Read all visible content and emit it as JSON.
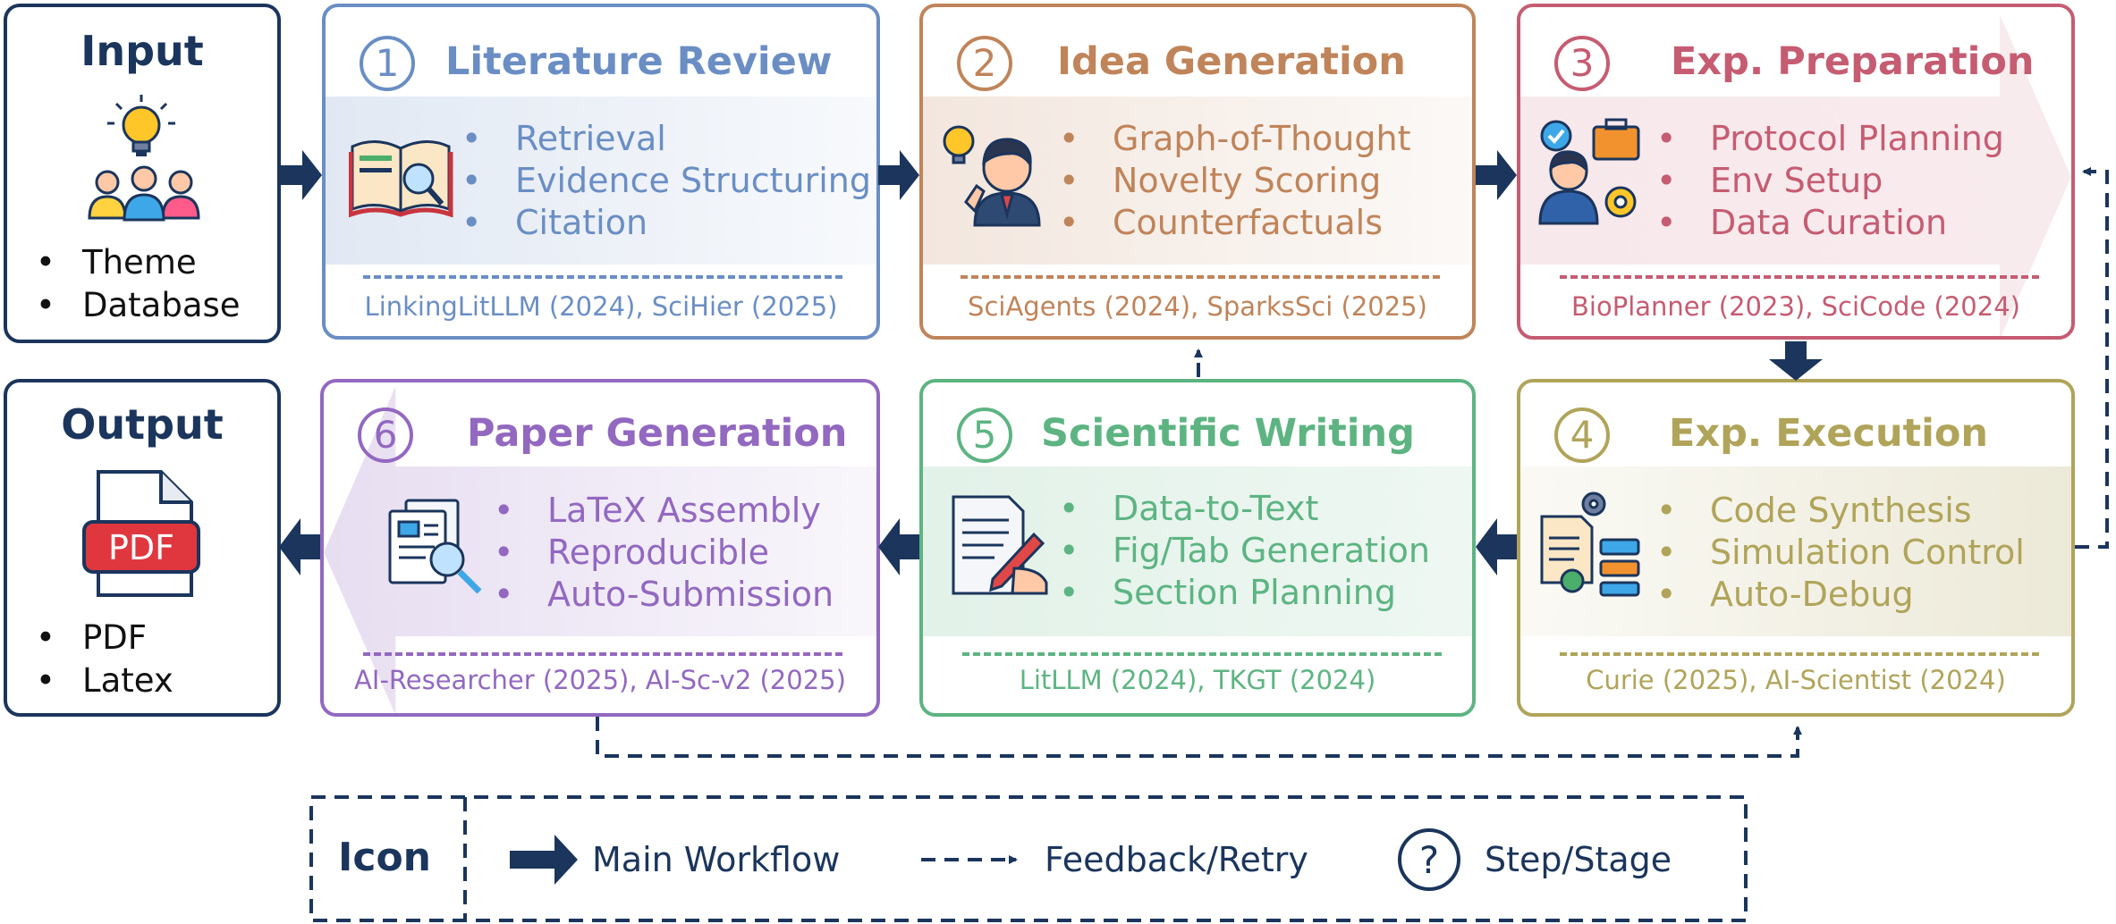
{
  "colors": {
    "navy": "#1b355c",
    "literature": "#6a8ec4",
    "idea": "#c0845a",
    "prep": "#c55c72",
    "execution": "#b0a45a",
    "writing": "#5db482",
    "paper": "#9268c0"
  },
  "input": {
    "title": "Input",
    "items": [
      "Theme",
      "Database"
    ],
    "icons": [
      "lightbulb-icon",
      "people-icon"
    ]
  },
  "output": {
    "title": "Output",
    "items": [
      "PDF",
      "Latex"
    ],
    "icon_label": "PDF",
    "icons": [
      "pdf-file-icon"
    ]
  },
  "stages": [
    {
      "number": "1",
      "title": "Literature Review",
      "items": [
        "Retrieval",
        "Evidence Structuring",
        "Citation"
      ],
      "refs": "LinkingLitLLM (2024), SciHier (2025)",
      "icon": "open-book-icon"
    },
    {
      "number": "2",
      "title": "Idea Generation",
      "items": [
        "Graph-of-Thought",
        "Novelty Scoring",
        "Counterfactuals"
      ],
      "refs": "SciAgents (2024), SparksSci (2025)",
      "icon": "thinker-icon"
    },
    {
      "number": "3",
      "title": "Exp. Preparation",
      "items": [
        "Protocol Planning",
        "Env Setup",
        "Data Curation"
      ],
      "refs": "BioPlanner (2023), SciCode (2024)",
      "icon": "planner-icon"
    },
    {
      "number": "4",
      "title": "Exp. Execution",
      "items": [
        "Code Synthesis",
        "Simulation Control",
        "Auto-Debug"
      ],
      "refs": "Curie (2025), AI-Scientist (2024)",
      "icon": "code-gear-icon"
    },
    {
      "number": "5",
      "title": "Scientific Writing",
      "items": [
        "Data-to-Text",
        "Fig/Tab Generation",
        "Section Planning"
      ],
      "refs": "LitLLM (2024), TKGT (2024)",
      "icon": "writing-icon"
    },
    {
      "number": "6",
      "title": "Paper Generation",
      "items": [
        "LaTeX Assembly",
        "Reproducible",
        "Auto-Submission"
      ],
      "refs": "AI-Researcher (2025), AI-Sc-v2 (2025)",
      "icon": "document-search-icon"
    }
  ],
  "legend": {
    "title": "Icon",
    "main": "Main Workflow",
    "feedback": "Feedback/Retry",
    "step_symbol": "?",
    "step": "Step/Stage"
  }
}
